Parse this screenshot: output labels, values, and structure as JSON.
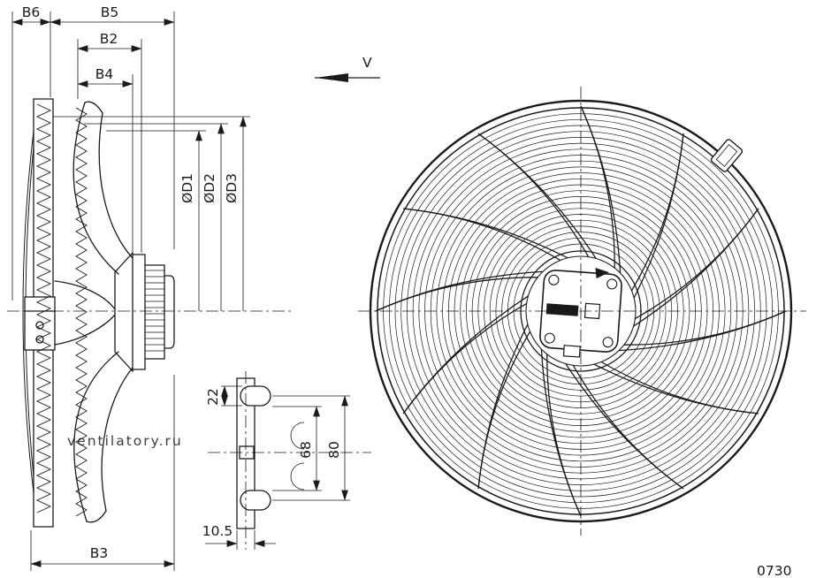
{
  "watermark": "ventilatory.ru",
  "corner_text": "0730",
  "colors": {
    "line": "#1a1a1a",
    "watermark": "#c4c4c4",
    "background": "#ffffff"
  },
  "view_side": {
    "dims": {
      "b6": "B6",
      "b5": "B5",
      "b2": "B2",
      "b4": "B4",
      "b3": "B3",
      "d1": "ØD1",
      "d2": "ØD2",
      "d3": "ØD3"
    },
    "airflow_label": "V"
  },
  "bracket_detail": {
    "dims": {
      "slot_height": "22",
      "hole_pitch_inner": "68",
      "hole_pitch_outer": "80",
      "thickness": "10.5"
    }
  }
}
